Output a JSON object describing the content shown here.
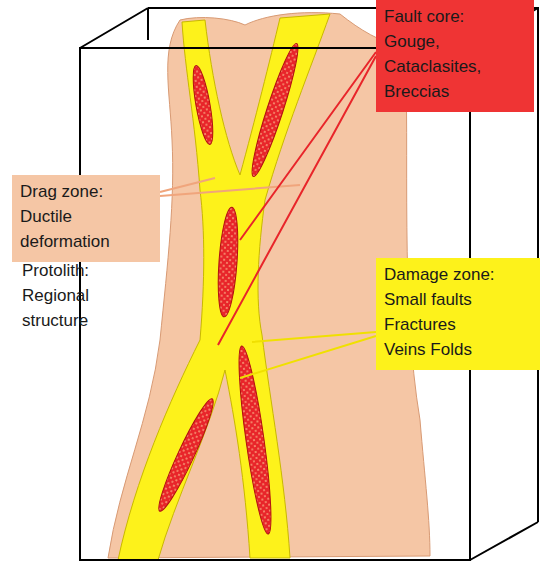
{
  "diagram": {
    "nodes": [
      {
        "text": [
          "Drag zone:",
          "Ductile deformation"
        ]
      },
      {
        "text": [
          "Fault core:",
          "Gouge, Cataclasites, Breccias"
        ]
      },
      {
        "text": [
          "Damage zone:",
          "Small faults Fractures Veins Folds"
        ]
      }
    ],
    "labels": [
      "Protolith: Regional structure"
    ]
  }
}
